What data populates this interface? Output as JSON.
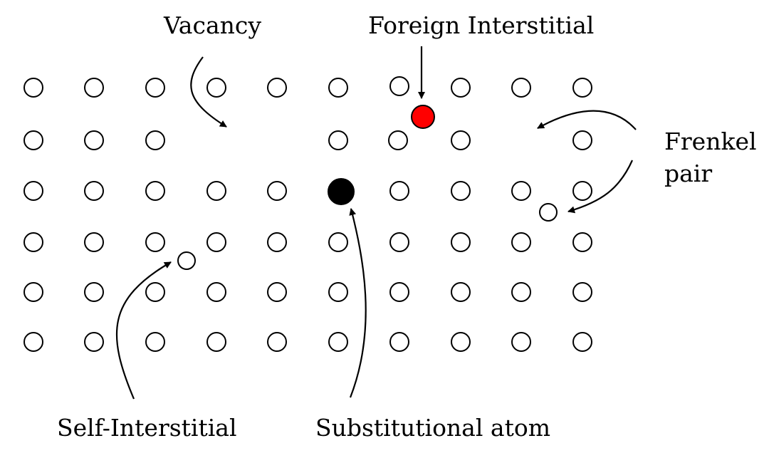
{
  "labels": {
    "vacancy": "Vacancy",
    "foreign_interstitial": "Foreign Interstitial",
    "frenkel_line1": "Frenkel",
    "frenkel_line2": "pair",
    "self_interstitial": "Self-Interstitial",
    "substitutional": "Substitutional atom"
  },
  "colors": {
    "lattice_atom": "#ffffff",
    "outline": "#000000",
    "foreign_interstitial": "#ff0000",
    "substitutional_atom": "#000000"
  }
}
